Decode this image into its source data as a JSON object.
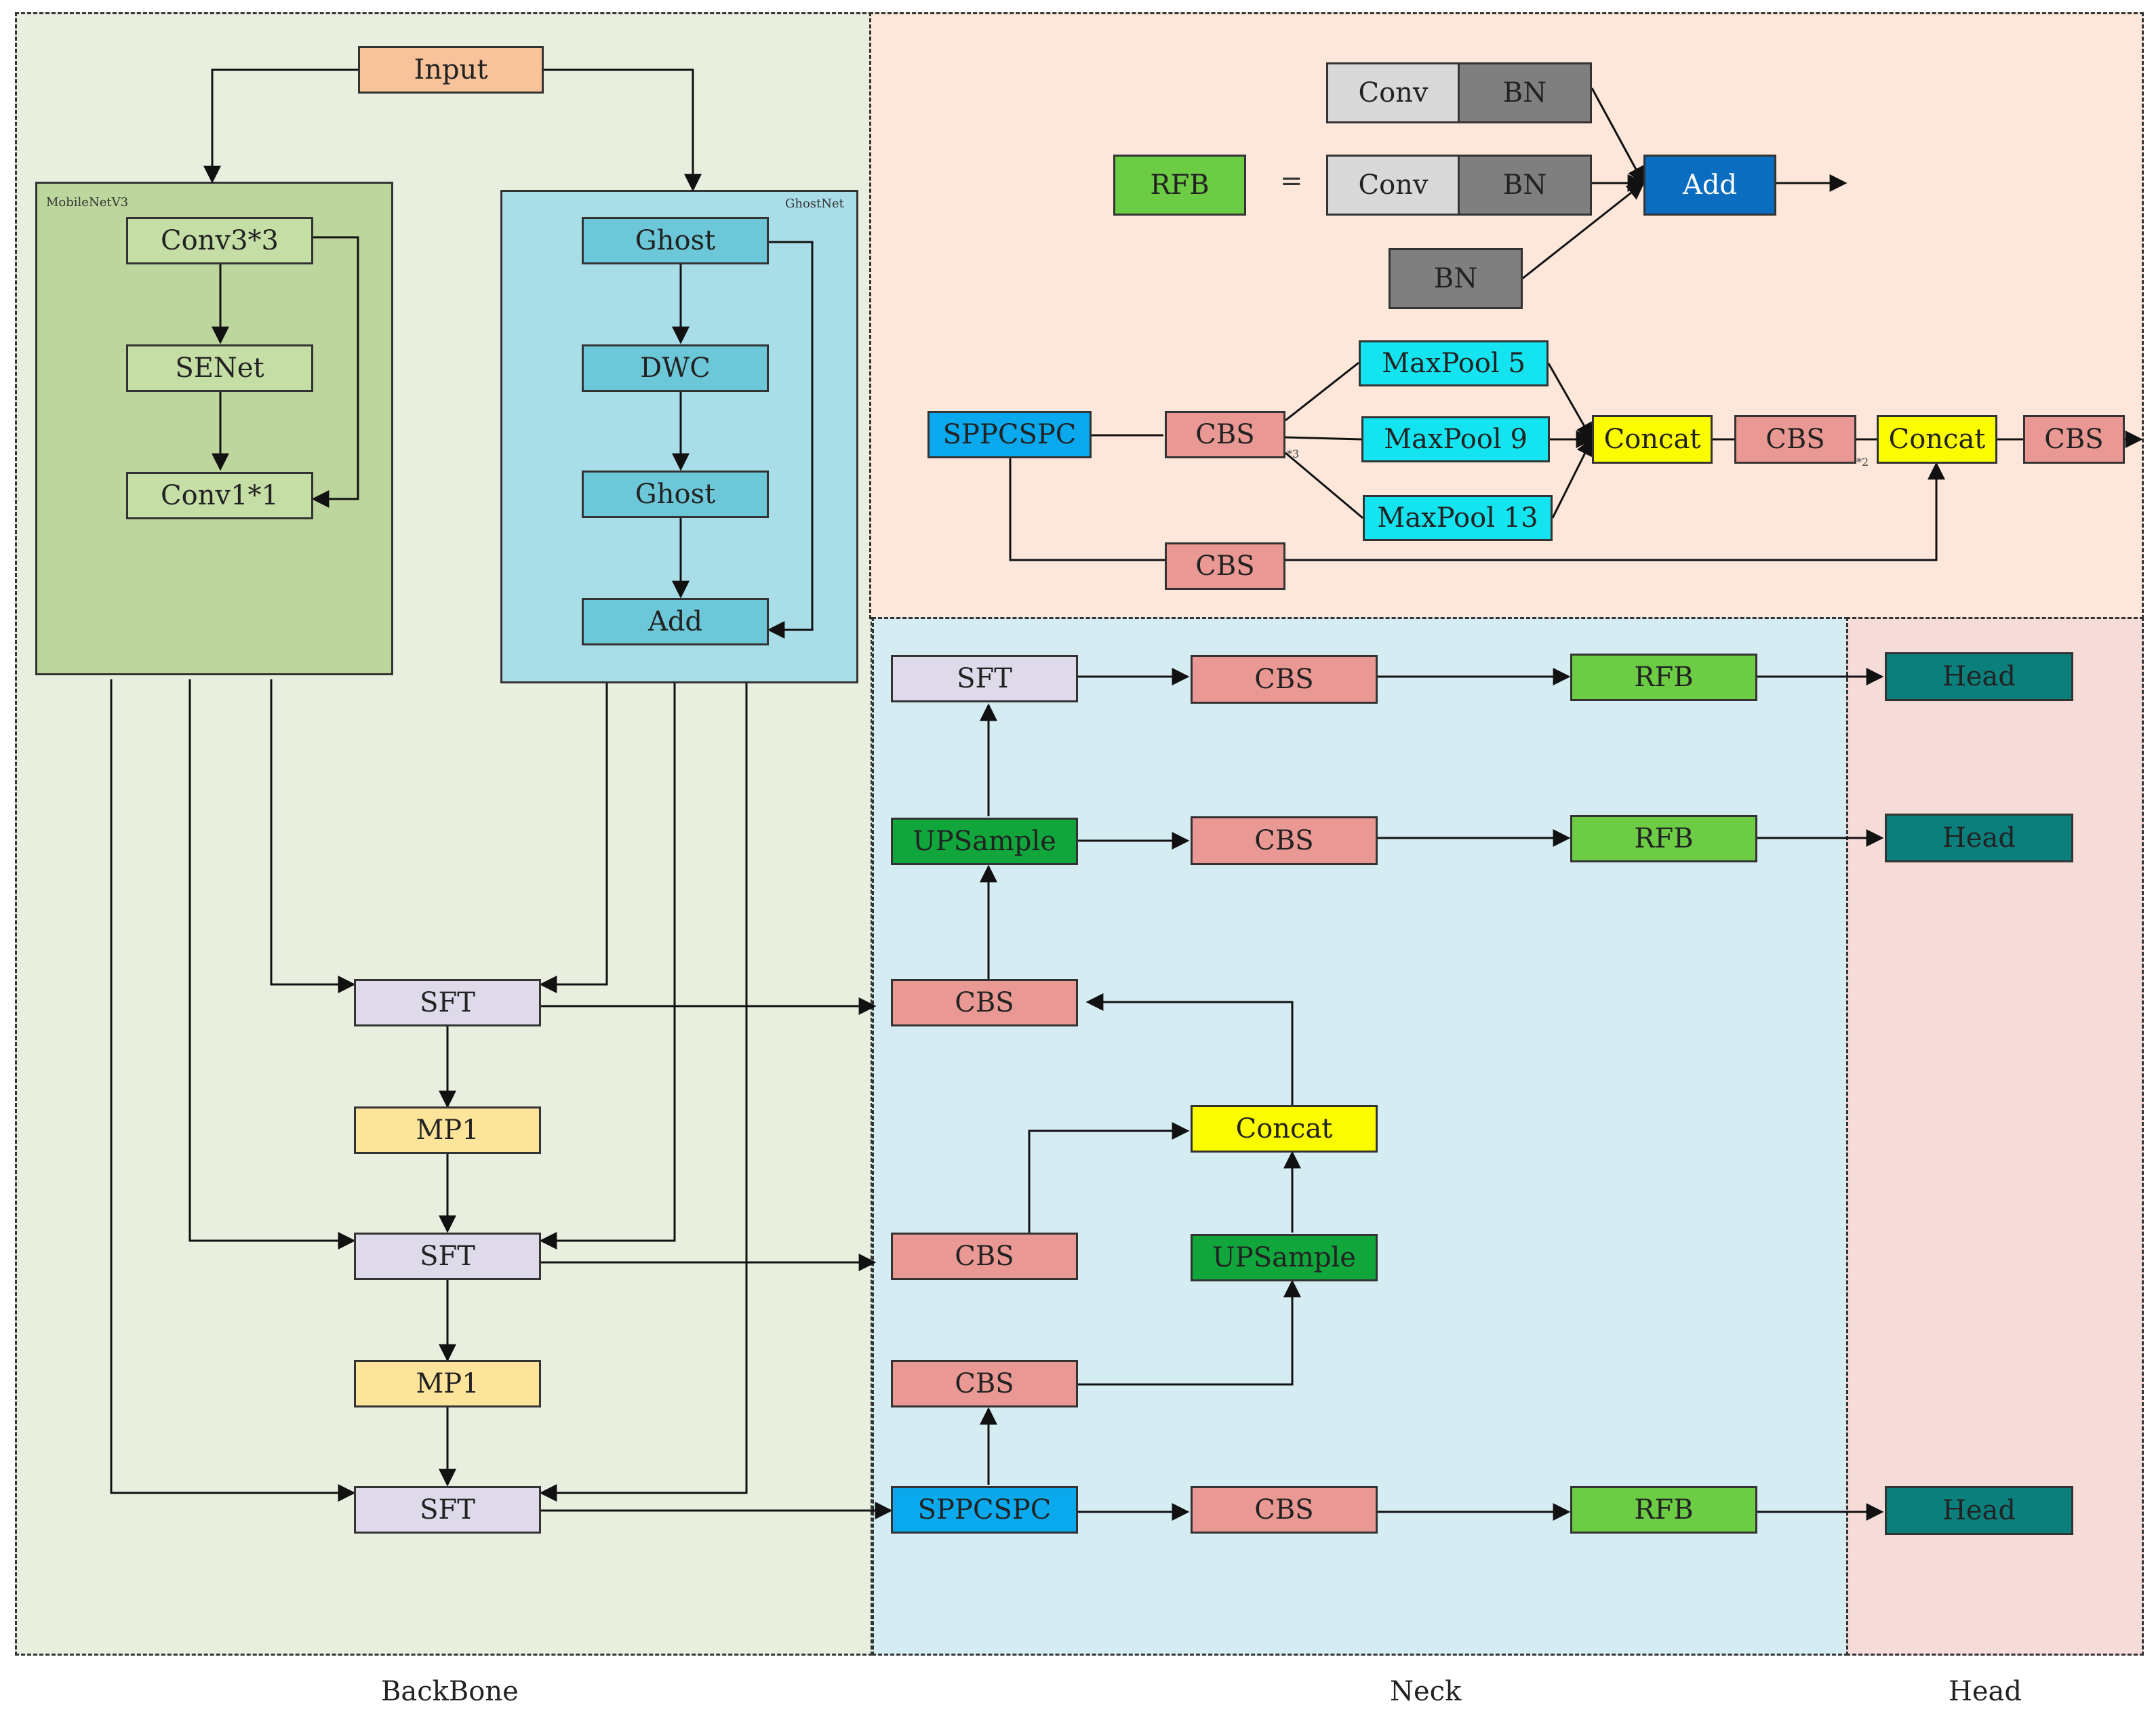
{
  "regions": {
    "backbone": "BackBone",
    "neck": "Neck",
    "head": "Head"
  },
  "subnets": {
    "mobilenet": "MobileNetV3",
    "ghostnet": "GhostNet"
  },
  "nodes": {
    "input": "Input",
    "mn_conv33": "Conv3*3",
    "mn_senet": "SENet",
    "mn_conv11": "Conv1*1",
    "gn_ghost1": "Ghost",
    "gn_dwc": "DWC",
    "gn_ghost2": "Ghost",
    "gn_add": "Add",
    "bb_sft1": "SFT",
    "bb_mp1a": "MP1",
    "bb_sft2": "SFT",
    "bb_mp1b": "MP1",
    "bb_sft3": "SFT",
    "rfb_def": "RFB",
    "rfb_eq": "=",
    "rfb_conv1": "Conv",
    "rfb_bn1": "BN",
    "rfb_conv2": "Conv",
    "rfb_bn2": "BN",
    "rfb_bn3": "BN",
    "rfb_add": "Add",
    "sp_sppcspc": "SPPCSPC",
    "sp_cbs1": "CBS",
    "sp_mp5": "MaxPool 5",
    "sp_mp9": "MaxPool 9",
    "sp_mp13": "MaxPool 13",
    "sp_concat1": "Concat",
    "sp_cbs2": "CBS",
    "sp_concat2": "Concat",
    "sp_cbs3": "CBS",
    "sp_cbs_bottom": "CBS",
    "sp_mark3": "*3",
    "sp_mark2": "*2",
    "nk_sft": "SFT",
    "nk_cbs_top": "CBS",
    "nk_rfb_top": "RFB",
    "nk_upsample1": "UPSample",
    "nk_cbs_mid": "CBS",
    "nk_rfb_mid": "RFB",
    "nk_cbs_a": "CBS",
    "nk_concat": "Concat",
    "nk_cbs_b": "CBS",
    "nk_upsample2": "UPSample",
    "nk_cbs_c": "CBS",
    "nk_sppcspc": "SPPCSPC",
    "nk_cbs_bot": "CBS",
    "nk_rfb_bot": "RFB",
    "hd_head1": "Head",
    "hd_head2": "Head",
    "hd_head3": "Head"
  },
  "colors": {
    "backbone_bg": "#e9efdf",
    "neck_bg": "#d6ecf3",
    "head_bg": "#f6dcd9",
    "rfb_bg": "#fde7da",
    "mobilenet_bg": "#bcd69d",
    "ghostnet_bg": "#a9dee9",
    "input": "#f8c39b",
    "mobilenet_box": "#c5dea5",
    "ghost_box": "#6cc8d8",
    "sft": "#dedaea",
    "mp1": "#fde49b",
    "rfb": "#6ccc44",
    "conv": "#d9d9d9",
    "bn": "#7f7f7f",
    "add": "#0b6dbf",
    "sppcspc": "#0aa8ec",
    "cbs": "#ea9893",
    "maxpool": "#13e4ef",
    "concat": "#fcfc00",
    "upsample": "#10a63c",
    "head_box": "#0a7f7c"
  }
}
